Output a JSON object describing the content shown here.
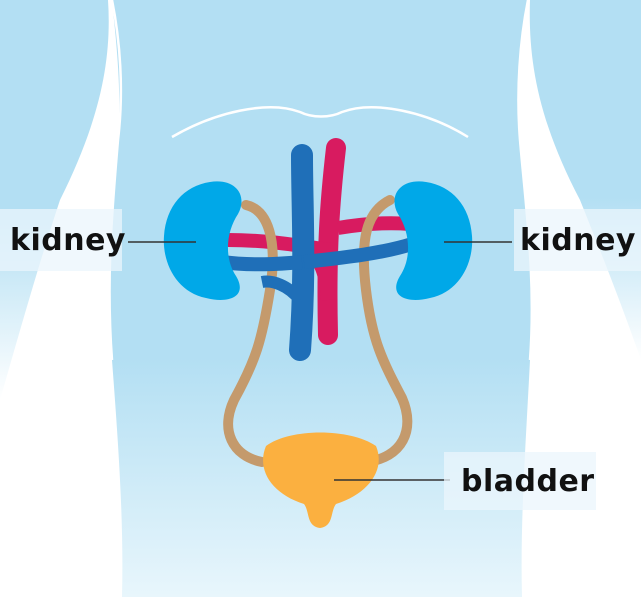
{
  "labels": {
    "kidney_left": "kidney",
    "kidney_right": "kidney",
    "bladder": "bladder"
  },
  "colors": {
    "body": "#b3dff3",
    "outline": "#ffffff",
    "kidney": "#00a8e8",
    "vein": "#1f6fb8",
    "artery": "#d81b60",
    "ureter": "#c49a6c",
    "bladder": "#fbb040",
    "leader": "#333333"
  }
}
